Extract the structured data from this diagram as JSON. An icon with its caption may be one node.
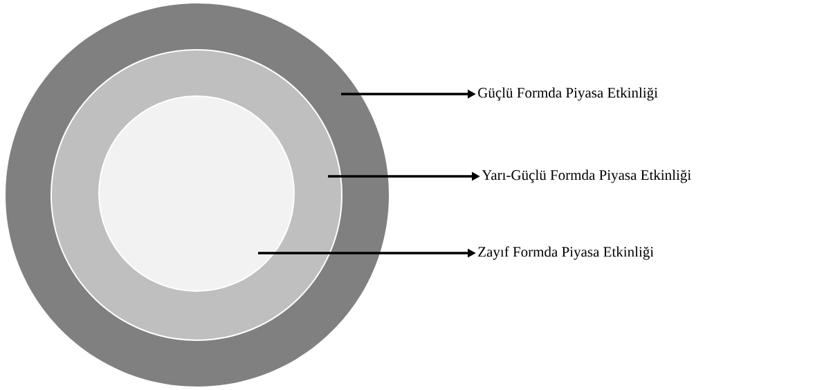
{
  "diagram": {
    "nodes": [
      {
        "text": [],
        "shape": "circle"
      },
      {
        "text": [],
        "shape": "circle",
        "in": 0
      },
      {
        "text": [],
        "shape": "circle",
        "in": 1
      },
      {
        "text": [
          "Güçlü Formda Piyasa Etkinliği"
        ]
      },
      {
        "text": [
          "Yarı-Güçlü Formda Piyasa Etkinliği"
        ]
      },
      {
        "text": [
          "Zayıf Formda Piyasa Etkinliği"
        ]
      }
    ],
    "edges": [
      {
        "from": 0,
        "to": 3,
        "arrow": "to"
      },
      {
        "from": 1,
        "to": 4,
        "arrow": "to"
      },
      {
        "from": 2,
        "to": 5,
        "arrow": "to"
      }
    ]
  }
}
